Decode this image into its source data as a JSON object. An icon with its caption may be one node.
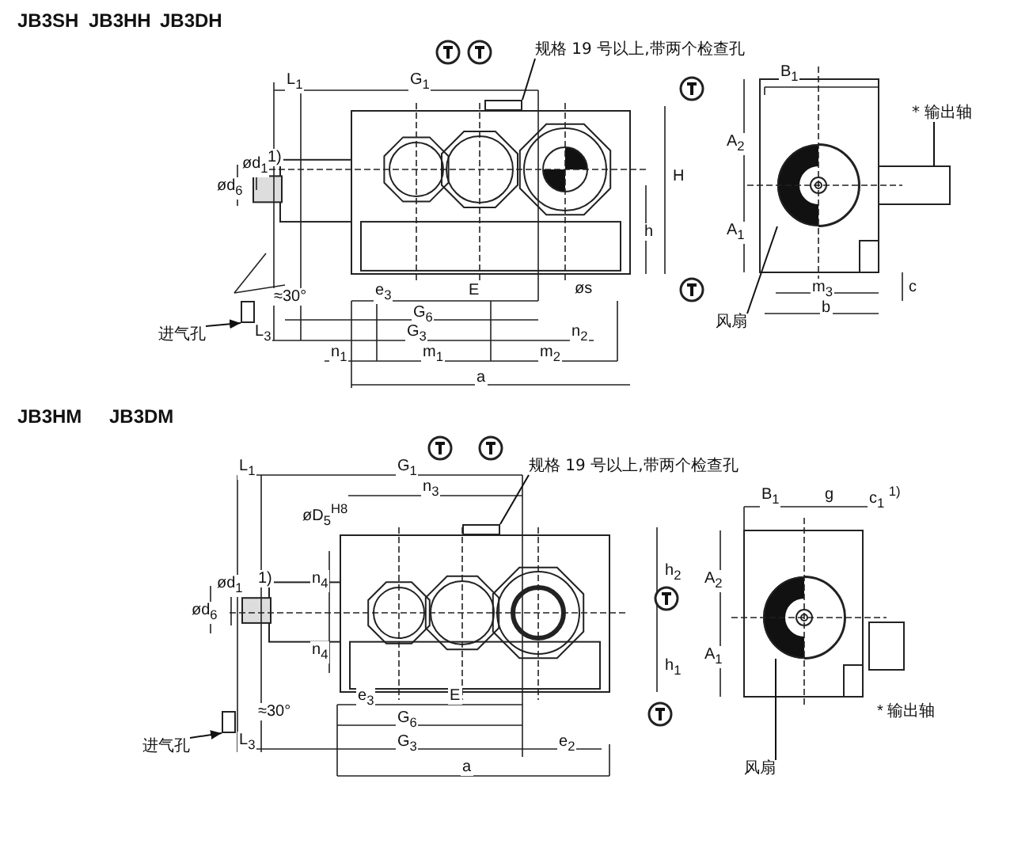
{
  "diagram": {
    "nodes": [
      {
        "text": [
          "规格 19 号以上,带两个检查孔"
        ]
      },
      {
        "text": [
          "进气孔"
        ]
      },
      {
        "text": [
          "风扇"
        ]
      },
      {
        "text": [
          "* 输出轴"
        ]
      },
      {
        "text": [
          "规格 19 号以上,带两个检查孔"
        ]
      },
      {
        "text": [
          "进气孔"
        ]
      },
      {
        "text": [
          "风扇"
        ]
      },
      {
        "text": [],
        "shape": "box"
      },
      {
        "text": [],
        "shape": "box"
      },
      {
        "text": [],
        "shape": "circle"
      },
      {
        "text": [],
        "shape": "circle"
      },
      {
        "text": [],
        "shape": "box"
      },
      {
        "text": [],
        "shape": "box"
      }
    ],
    "edges": [
      {
        "from": 0,
        "to": 7,
        "arrow": "none"
      },
      {
        "from": 1,
        "to": 11,
        "arrow": "to"
      },
      {
        "from": 2,
        "to": 9,
        "arrow": "none"
      },
      {
        "from": 3,
        "to": null,
        "arrow": "none"
      },
      {
        "from": 4,
        "to": 8,
        "arrow": "none"
      },
      {
        "from": 5,
        "to": 12,
        "arrow": "to"
      },
      {
        "from": 6,
        "to": 10,
        "arrow": "none"
      }
    ],
    "labels": [
      "JB3SH",
      "JB3HH",
      "JB3DH",
      "L$_{1}$",
      "G$_{1}$",
      "B$_{1}$",
      "ød$_{1}$",
      "1)",
      "ød$_{6}$",
      "A$_{2}$",
      "H",
      "h",
      "A$_{1}$",
      "e$_{3}$",
      "E",
      "øs",
      "≈30°",
      "G$_{6}$",
      "m$_{3}$",
      "c",
      "L$_{3}$",
      "G$_{3}$",
      "n$_{2}$",
      "b",
      "n$_{1}$",
      "m$_{1}$",
      "m$_{2}$",
      "a",
      "JB3HM",
      "JB3DM",
      "L$_{1}$",
      "G$_{1}$",
      "B$_{1}$",
      "g",
      "c$_{1}$ $^{1)}$",
      "n$_{3}$",
      "øD$_{5}$$^{H8}$",
      "ød$_{1}$",
      "1)",
      "n$_{4}$",
      "h$_{2}$",
      "A$_{2}$",
      "ød$_{6}$",
      "n$_{4}$",
      "h$_{1}$",
      "A$_{1}$",
      "e$_{3}$",
      "E",
      "≈30°",
      "* 输出轴",
      "G$_{6}$",
      "L$_{3}$",
      "G$_{3}$",
      "e$_{2}$",
      "a"
    ]
  }
}
